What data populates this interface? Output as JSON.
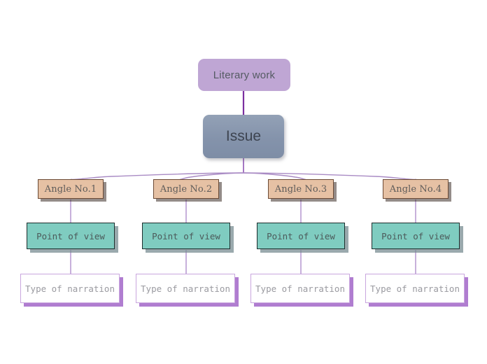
{
  "diagram": {
    "title_node": {
      "label": "Literary work",
      "color": "#bfa6d4"
    },
    "issue_node": {
      "label": "Issue",
      "color": "#8493ab"
    },
    "palette": {
      "angle_fill": "#e6c1a4",
      "angle_border": "#6b4a35",
      "pov_fill": "#7fccc0",
      "pov_border": "#1c2d2c",
      "narration_fill": "#ffffff",
      "narration_border": "#c9a6de",
      "narration_shadow": "#b07dd0",
      "connector": "#a98bc4",
      "background": "#ffffff"
    },
    "branches": [
      {
        "angle": "Angle No.1",
        "point_of_view": "Point of view",
        "type_of_narration": "Type of narration"
      },
      {
        "angle": "Angle No.2",
        "point_of_view": "Point of view",
        "type_of_narration": "Type of narration"
      },
      {
        "angle": "Angle No.3",
        "point_of_view": "Point of view",
        "type_of_narration": "Type of narration"
      },
      {
        "angle": "Angle No.4",
        "point_of_view": "Point of view",
        "type_of_narration": "Type of narration"
      }
    ]
  }
}
